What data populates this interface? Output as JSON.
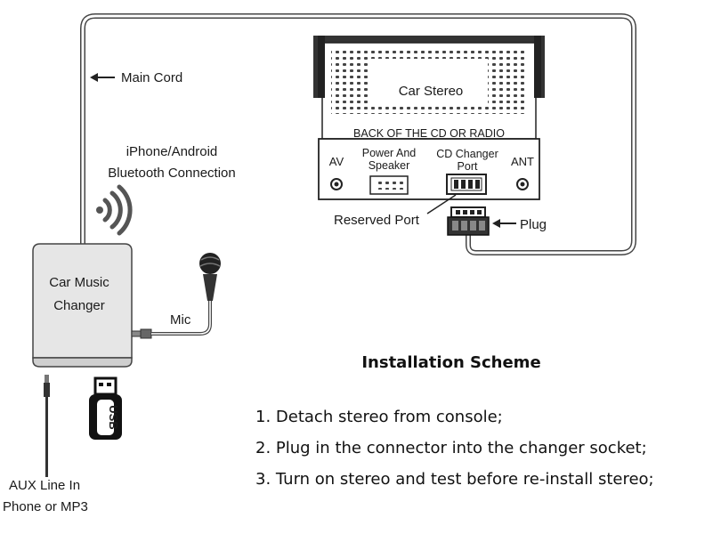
{
  "labels": {
    "main_cord": "Main Cord",
    "bluetooth_line1": "iPhone/Android",
    "bluetooth_line2": "Bluetooth Connection",
    "changer_line1": "Car Music",
    "changer_line2": "Changer",
    "mic": "Mic",
    "usb": "USB",
    "aux_line1": "AUX Line In",
    "aux_line2": "Phone or MP3",
    "car_stereo": "Car Stereo",
    "back_of_cd": "BACK OF THE CD OR RADIO",
    "av": "AV",
    "power_line1": "Power And",
    "power_line2": "Speaker",
    "cd_changer_line1": "CD Changer",
    "cd_changer_line2": "Port",
    "ant": "ANT",
    "reserved_port": "Reserved Port",
    "plug": "Plug"
  },
  "scheme": {
    "title": "Installation Scheme",
    "steps": [
      "1. Detach stereo from console;",
      "2. Plug in the connector into the changer socket;",
      "3. Turn on stereo and test before re-install stereo;"
    ]
  },
  "colors": {
    "device_fill": "#e8e8e8",
    "cord": "#555555",
    "line": "#222222"
  }
}
